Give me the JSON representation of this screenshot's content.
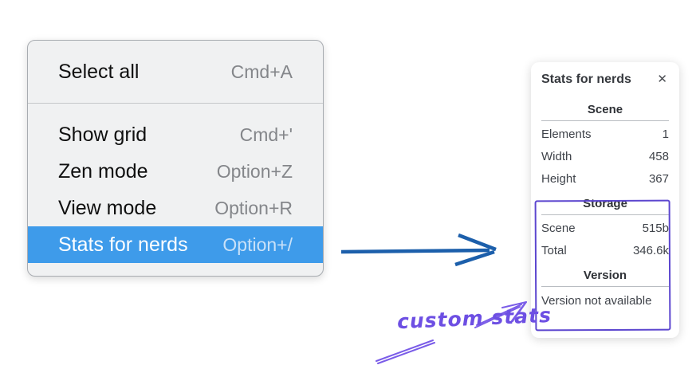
{
  "menu": {
    "sections": [
      {
        "items": [
          {
            "label": "Select all",
            "shortcut": "Cmd+A"
          }
        ]
      },
      {
        "items": [
          {
            "label": "Show grid",
            "shortcut": "Cmd+'"
          },
          {
            "label": "Zen mode",
            "shortcut": "Option+Z"
          },
          {
            "label": "View mode",
            "shortcut": "Option+R"
          },
          {
            "label": "Stats for nerds",
            "shortcut": "Option+/",
            "highlighted": true
          }
        ]
      }
    ],
    "colors": {
      "highlight": "#3e9bea",
      "background": "#f0f1f2",
      "border": "#a8acb1",
      "shortcut_text": "#84868a"
    }
  },
  "pointer_arrow": {
    "color": "#1c5fab"
  },
  "stats_panel": {
    "title": "Stats for nerds",
    "close_icon": "✕",
    "sections": [
      {
        "header": "Scene",
        "rows": [
          {
            "label": "Elements",
            "value": "1"
          },
          {
            "label": "Width",
            "value": "458"
          },
          {
            "label": "Height",
            "value": "367"
          }
        ]
      },
      {
        "header": "Storage",
        "rows": [
          {
            "label": "Scene",
            "value": "515b"
          },
          {
            "label": "Total",
            "value": "346.6k"
          }
        ]
      },
      {
        "header": "Version",
        "note": "Version not available"
      }
    ],
    "highlight_box_color": "#5c46cf"
  },
  "annotation": {
    "label": "custom stats",
    "color": "#6d4fe3"
  }
}
